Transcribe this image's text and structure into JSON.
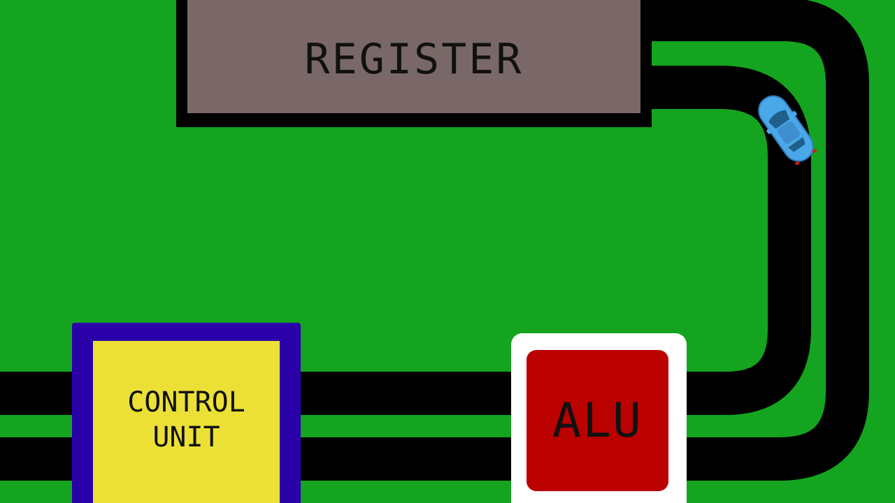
{
  "blocks": {
    "register": {
      "label": "REGISTER"
    },
    "control_unit": {
      "label_line1": "CONTROL",
      "label_line2": "UNIT"
    },
    "alu": {
      "label": "ALU"
    }
  },
  "colors": {
    "background": "#14a41f",
    "road": "#000000",
    "register_fill": "#7a6868",
    "control_unit_border": "#2a00a8",
    "control_unit_fill": "#ece037",
    "alu_border": "#ffffff",
    "alu_fill": "#bb0000",
    "car_body": "#4aa8e8"
  },
  "icons": {
    "vehicle": "car-icon"
  }
}
